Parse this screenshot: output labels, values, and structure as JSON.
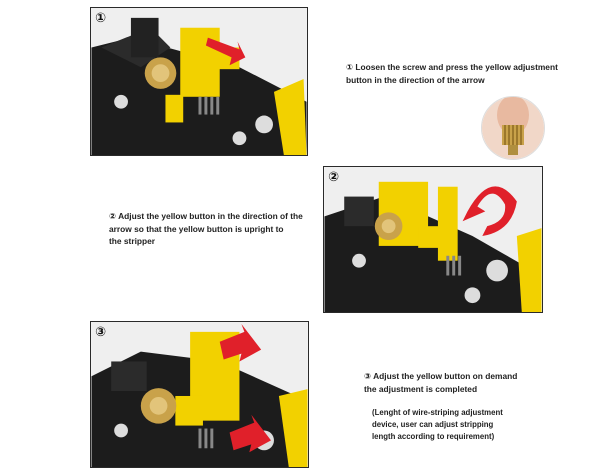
{
  "steps": [
    {
      "number": "①",
      "caption_lines": [
        "① Loosen the screw and press the yellow adjustment",
        "button in the direction of the arrow"
      ]
    },
    {
      "number": "②",
      "caption_lines": [
        "② Adjust the yellow button in the direction of the",
        "arrow so that the yellow button is upright to",
        "the stripper"
      ]
    },
    {
      "number": "③",
      "caption_lines": [
        "③ Adjust the yellow button on demand",
        "the adjustment is completed"
      ],
      "note_lines": [
        "(Lenght of wire-striping adjustment",
        "device, user can adjust stripping",
        "length according to requirement)"
      ]
    }
  ],
  "colors": {
    "tool_body": "#1c1c1c",
    "yellow": "#f2d100",
    "arrow_red": "#e0202a",
    "screw_gold": "#c9a24a"
  }
}
